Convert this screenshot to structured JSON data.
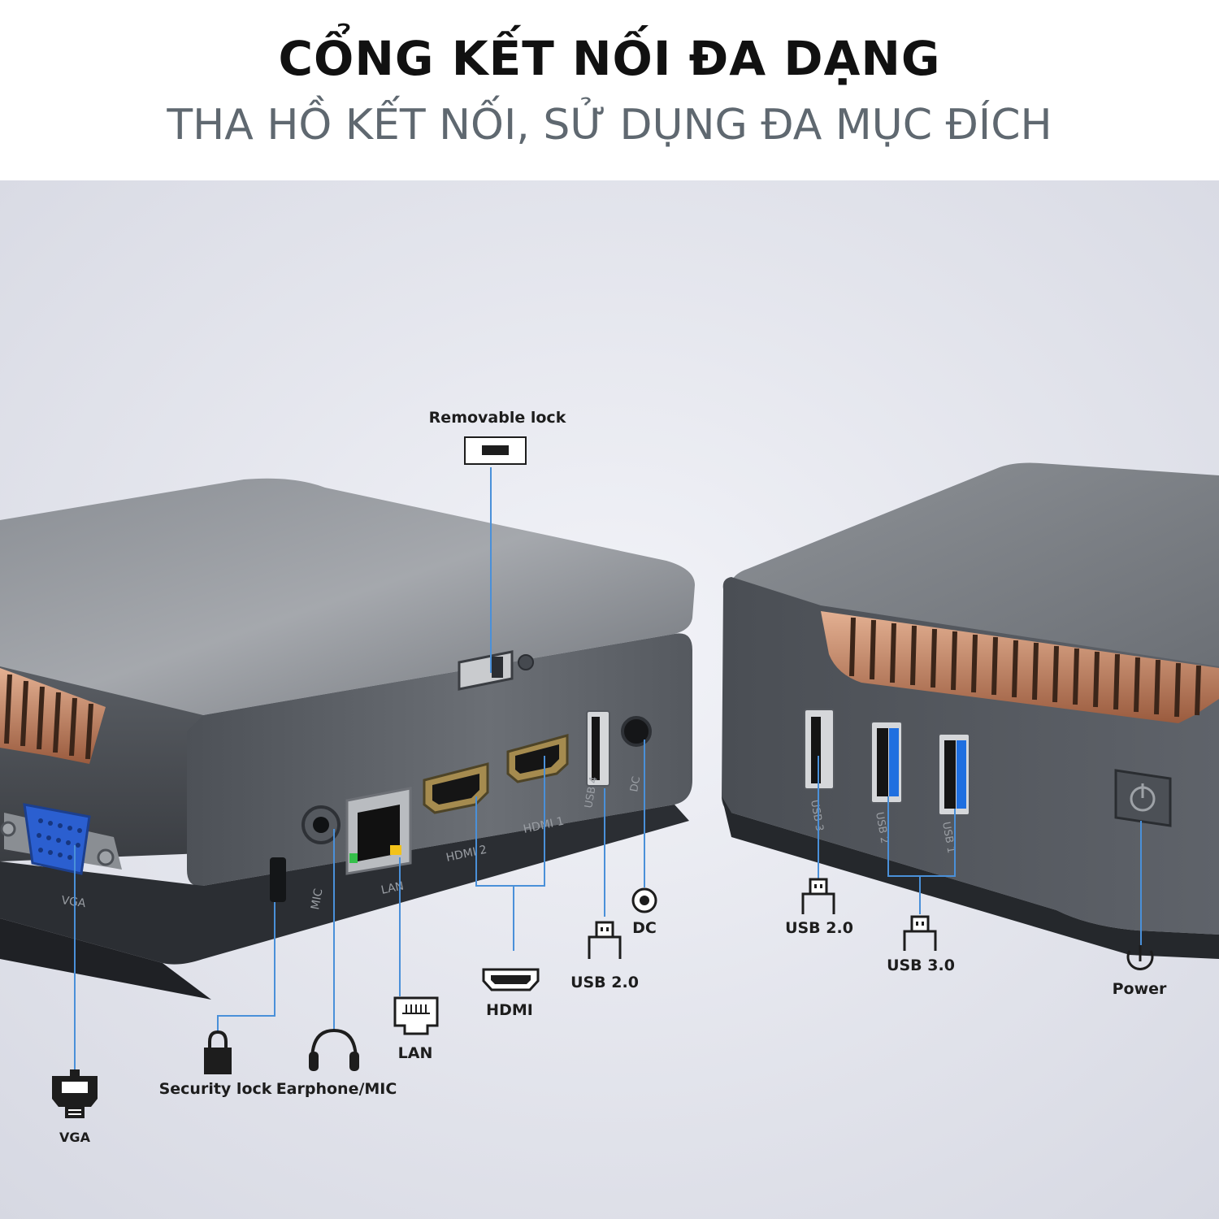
{
  "header": {
    "title": "CỔNG KẾT NỐI ĐA DẠNG",
    "subtitle": "THA HỒ KẾT NỐI, SỬ DỤNG ĐA MỤC ĐÍCH"
  },
  "callouts": {
    "removable_lock": "Removable lock",
    "vga": "VGA",
    "security_lock": "Security lock",
    "earphone_mic": "Earphone/MIC",
    "lan": "LAN",
    "hdmi": "HDMI",
    "usb20_rear": "USB 2.0",
    "dc": "DC",
    "usb20_front": "USB 2.0",
    "usb30": "USB 3.0",
    "power": "Power"
  },
  "port_prints": {
    "vga": "VGA",
    "mic": "MIC",
    "lan": "LAN",
    "hdmi2": "HDMI 2",
    "hdmi1": "HDMI 1",
    "usb4": "USB 4",
    "dc": "DC",
    "usb3": "USB 3",
    "usb2": "USB 2",
    "usb1": "USB 1"
  },
  "colors": {
    "accent_line": "#4a90d9",
    "vga_blue": "#2b5fd0",
    "usb3_blue": "#1f6fe0",
    "copper": "#c58562",
    "case_dark": "#3b3f45",
    "case_top": "#7d8186"
  },
  "icons": [
    "lock-icon",
    "vga-icon",
    "padlock-icon",
    "headphones-icon",
    "lan-icon",
    "hdmi-icon",
    "usb-icon",
    "dc-icon",
    "power-icon"
  ]
}
